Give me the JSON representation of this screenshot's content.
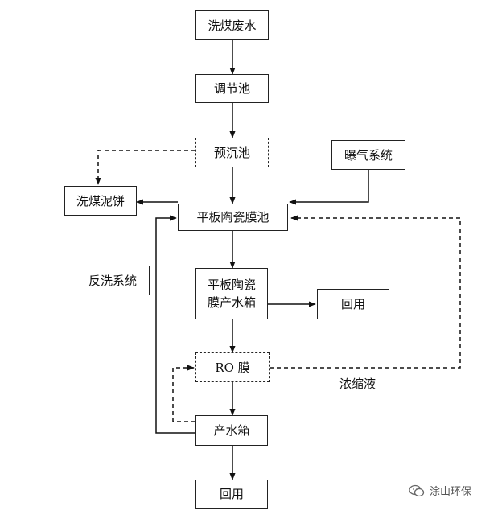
{
  "nodes": {
    "coal_wastewater": "洗煤废水",
    "regulating_tank": "调节池",
    "pre_settling_tank": "预沉池",
    "aeration_system": "曝气系统",
    "coal_filter_cake": "洗煤泥饼",
    "ceramic_membrane_tank": "平板陶瓷膜池",
    "backwash_system": "反洗系统",
    "membrane_product_tank_line1": "平板陶瓷",
    "membrane_product_tank_line2": "膜产水箱",
    "reuse_1": "回用",
    "ro_membrane": "RO 膜",
    "concentrate": "浓缩液",
    "product_tank": "产水箱",
    "reuse_2": "回用"
  },
  "watermark": {
    "text": "涂山环保"
  }
}
